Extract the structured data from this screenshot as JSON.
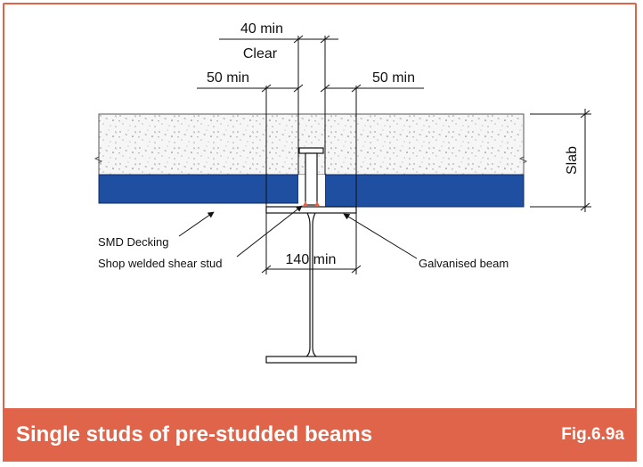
{
  "figure": {
    "title": "Single studs of pre-studded beams",
    "number": "Fig.6.9a"
  },
  "dimensions": {
    "clear_value": "40 min",
    "clear_word": "Clear",
    "left_edge": "50 min",
    "right_edge": "50 min",
    "flange_width": "140 min",
    "slab": "Slab"
  },
  "labels": {
    "decking": "SMD Decking",
    "stud": "Shop welded shear stud",
    "beam": "Galvanised beam"
  },
  "colors": {
    "accent": "#e0644a",
    "decking": "#1f4fa0",
    "weld": "#e0644a",
    "line": "#111111"
  }
}
